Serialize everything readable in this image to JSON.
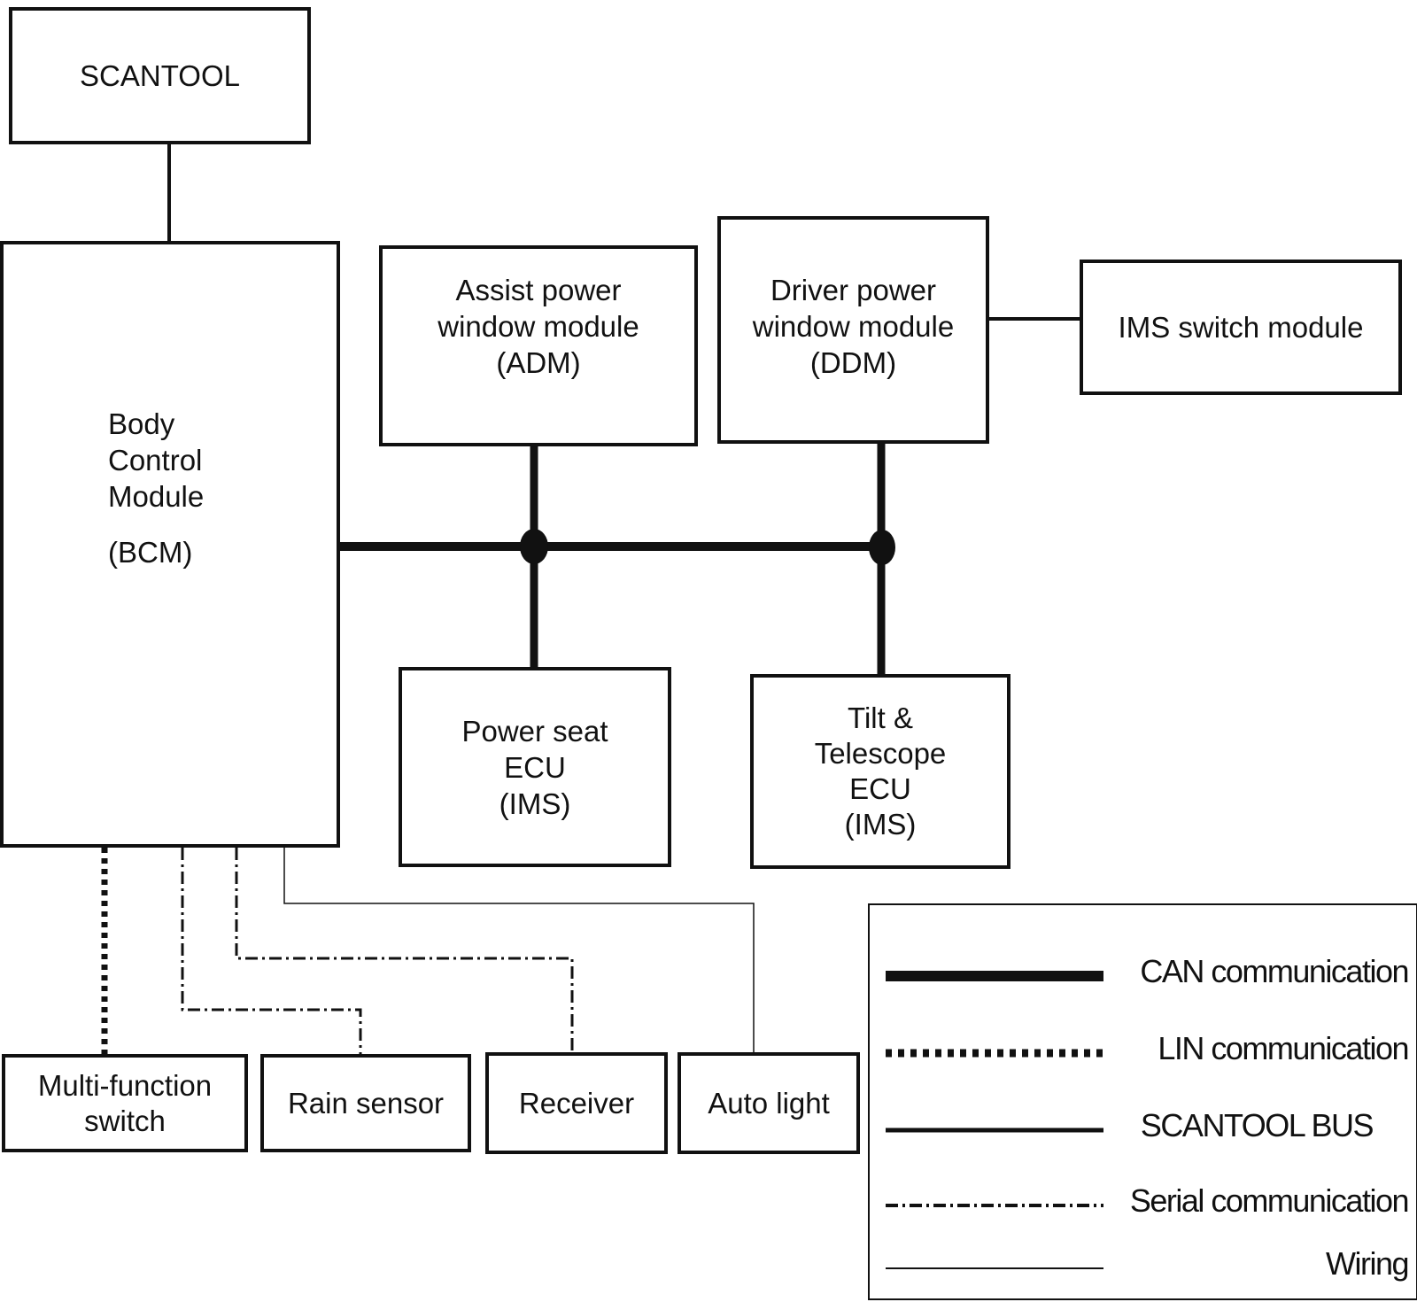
{
  "nodes": {
    "scantool": {
      "lines": [
        "SCANTOOL"
      ]
    },
    "bcm": {
      "lines": [
        "Body",
        "Control",
        "Module"
      ],
      "abbr": "(BCM)"
    },
    "adm": {
      "lines": [
        "Assist power",
        "window module",
        "(ADM)"
      ]
    },
    "ddm": {
      "lines": [
        "Driver power",
        "window module",
        "(DDM)"
      ]
    },
    "ims_switch": {
      "lines": [
        "IMS switch module"
      ]
    },
    "power_seat": {
      "lines": [
        "Power seat",
        "ECU",
        "(IMS)"
      ]
    },
    "tilt_telescope": {
      "lines": [
        "Tilt &",
        "Telescope",
        "ECU",
        "(IMS)"
      ]
    },
    "multi_function_switch": {
      "lines": [
        "Multi-function",
        "switch"
      ]
    },
    "rain_sensor": {
      "lines": [
        "Rain sensor"
      ]
    },
    "receiver": {
      "lines": [
        "Receiver"
      ]
    },
    "auto_light": {
      "lines": [
        "Auto light"
      ]
    }
  },
  "connections": [
    {
      "from": "SCANTOOL",
      "to": "Body Control Module (BCM)",
      "type": "SCANTOOL BUS"
    },
    {
      "from": "Body Control Module (BCM)",
      "to": "Assist power window module (ADM)",
      "type": "CAN communication"
    },
    {
      "from": "Body Control Module (BCM)",
      "to": "Driver power window module (DDM)",
      "type": "CAN communication"
    },
    {
      "from": "Body Control Module (BCM)",
      "to": "Power seat ECU (IMS)",
      "type": "CAN communication"
    },
    {
      "from": "Body Control Module (BCM)",
      "to": "Tilt & Telescope ECU (IMS)",
      "type": "CAN communication"
    },
    {
      "from": "Driver power window module (DDM)",
      "to": "IMS switch module",
      "type": "SCANTOOL BUS"
    },
    {
      "from": "Body Control Module (BCM)",
      "to": "Multi-function switch",
      "type": "LIN communication"
    },
    {
      "from": "Body Control Module (BCM)",
      "to": "Rain sensor",
      "type": "Serial communication"
    },
    {
      "from": "Body Control Module (BCM)",
      "to": "Receiver",
      "type": "Serial communication"
    },
    {
      "from": "Body Control Module (BCM)",
      "to": "Auto light",
      "type": "Wiring"
    }
  ],
  "legend": {
    "can": "CAN communication",
    "lin": "LIN communication",
    "scantool_bus": "SCANTOOL BUS",
    "serial": "Serial communication",
    "wiring": "Wiring"
  }
}
